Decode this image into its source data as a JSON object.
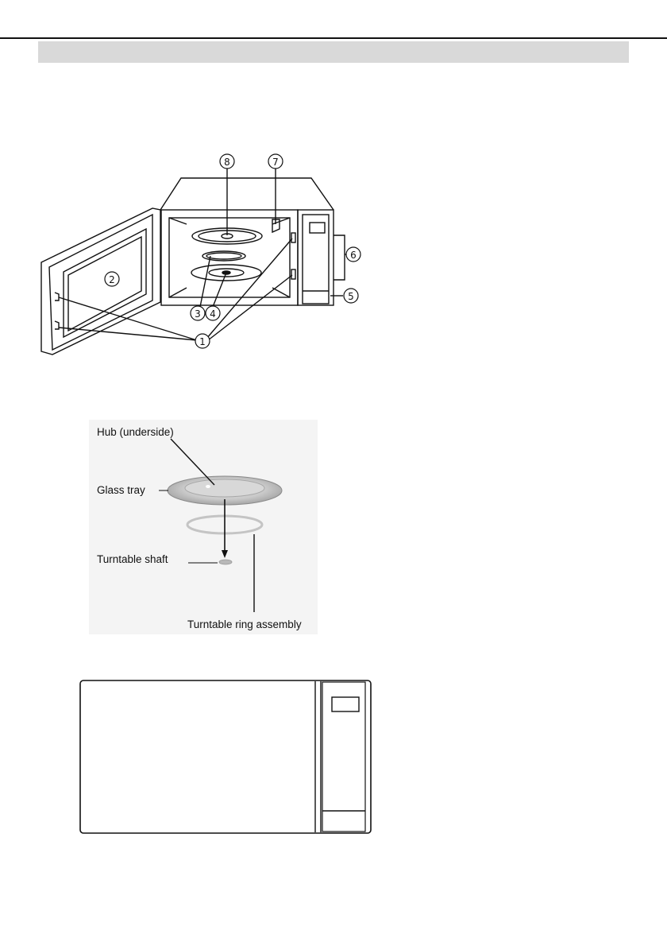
{
  "figure1": {
    "callouts": [
      "1",
      "2",
      "3",
      "4",
      "5",
      "6",
      "7",
      "8"
    ]
  },
  "figure2": {
    "hub_label": "Hub (underside)",
    "glass_tray_label": "Glass tray",
    "shaft_label": "Turntable shaft",
    "ring_label": "Turntable ring assembly"
  },
  "colors": {
    "line": "#111111",
    "header_bar": "#d9d9d9",
    "photo_bg": "#f4f4f4"
  }
}
